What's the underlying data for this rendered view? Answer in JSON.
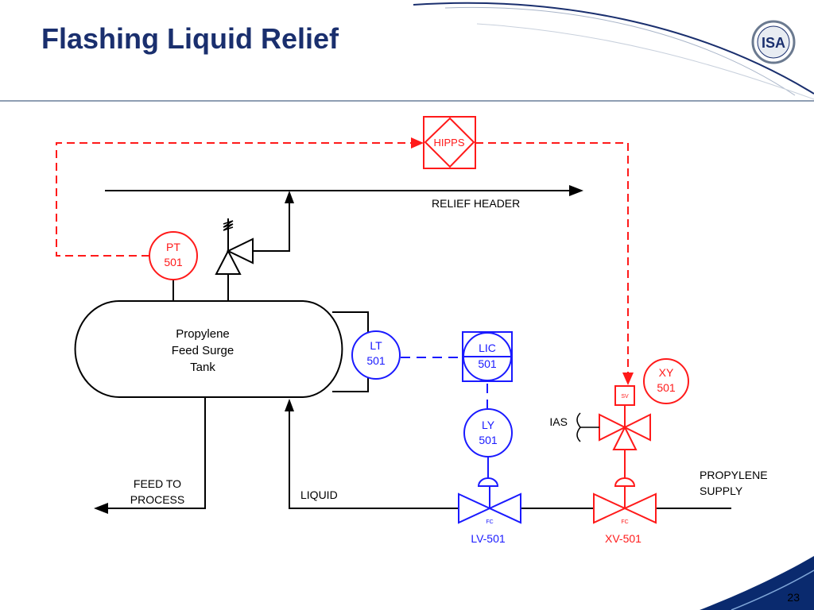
{
  "slide": {
    "title": "Flashing Liquid Relief",
    "page_number": "23",
    "logo_text": "ISA"
  },
  "colors": {
    "title": "#1a2f6e",
    "safety": "#ff1a1a",
    "control": "#1a1aff",
    "process": "#000000",
    "header_band": "#0a2a6e"
  },
  "diagram": {
    "tank": {
      "line1": "Propylene",
      "line2": "Feed Surge",
      "line3": "Tank"
    },
    "relief_header": "RELIEF HEADER",
    "hipps": "HIPPS",
    "pt": {
      "tag": "PT",
      "number": "501"
    },
    "lt": {
      "tag": "LT",
      "number": "501"
    },
    "lic": {
      "tag": "LIC",
      "number": "501"
    },
    "ly": {
      "tag": "LY",
      "number": "501"
    },
    "xy": {
      "tag": "XY",
      "number": "501"
    },
    "sv_label": "SV",
    "ias": "IAS",
    "feed_to_process": {
      "line1": "FEED TO",
      "line2": "PROCESS"
    },
    "liquid": "LIQUID",
    "propylene_supply": {
      "line1": "PROPYLENE",
      "line2": "SUPPLY"
    },
    "lv_tag": "LV-501",
    "xv_tag": "XV-501",
    "fc_label": "FC"
  }
}
